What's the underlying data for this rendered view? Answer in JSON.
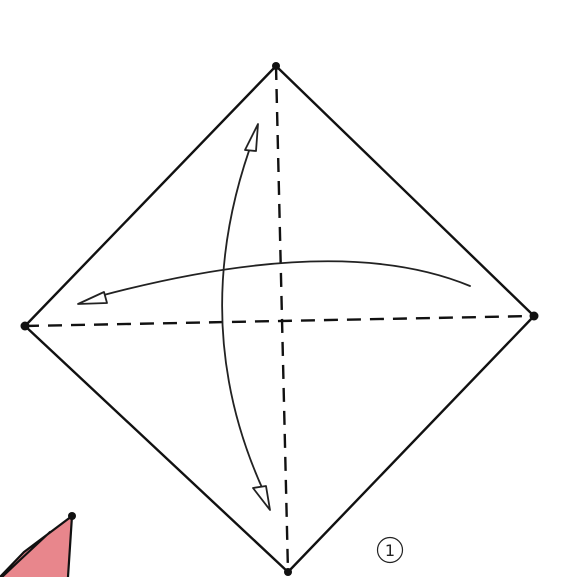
{
  "step": {
    "number": "1"
  },
  "colors": {
    "paper_outline": "#111111",
    "preview_fill": "#e8868c"
  },
  "diagram": {
    "shape": "square-paper-diamond",
    "fold_lines": [
      "vertical-valley-fold",
      "horizontal-valley-fold"
    ],
    "arrows": [
      "fold-and-unfold-vertical",
      "fold-and-unfold-horizontal"
    ]
  }
}
